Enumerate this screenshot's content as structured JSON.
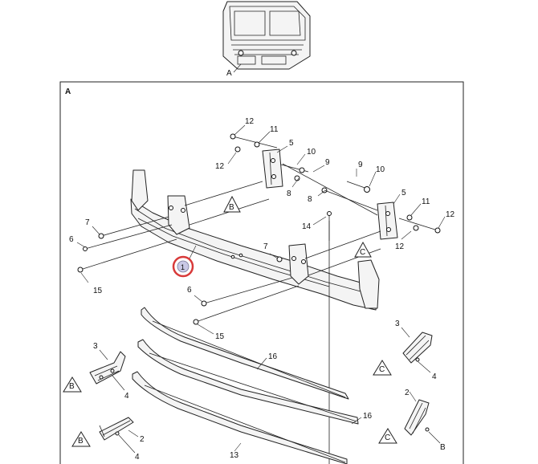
{
  "view_label": "A",
  "cab_pointer_label": "A",
  "highlighted_callout": "1",
  "callouts": [
    "12",
    "11",
    "5",
    "10",
    "12",
    "9",
    "8",
    "9",
    "10",
    "8",
    "5",
    "11",
    "12",
    "12",
    "7",
    "14",
    "6",
    "7",
    "15",
    "C",
    "6",
    "15",
    "B",
    "3",
    "16",
    "16",
    "13",
    "3",
    "4",
    "4",
    "2",
    "2",
    "4",
    "B",
    "C"
  ],
  "reference_markers": [
    "B",
    "C",
    "B",
    "B",
    "C",
    "C"
  ],
  "colors": {
    "line": "#222222",
    "highlight": "#d83a3a",
    "highlight_fill": "#c9c9e6"
  }
}
